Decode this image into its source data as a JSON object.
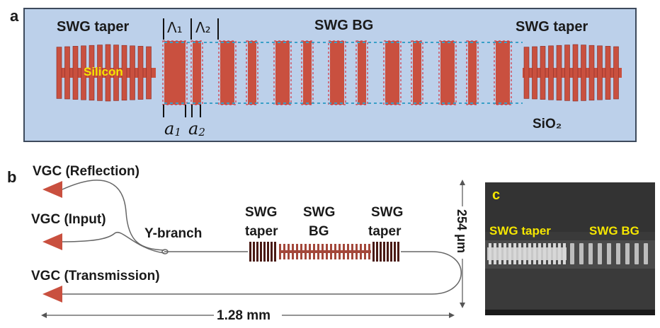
{
  "panel_a": {
    "letter": "a",
    "taper_left_label": "SWG taper",
    "bg_label": "SWG BG",
    "taper_right_label": "SWG taper",
    "silicon_label": "Silicon",
    "sio2_label": "SiO₂",
    "period1_label": "Λ₁",
    "period2_label": "Λ₂",
    "a1_label": "a",
    "a1_sub": "1",
    "a2_label": "a",
    "a2_sub": "2",
    "colors": {
      "background": "#bcd0ea",
      "silicon": "#c9503f",
      "dash_red": "#d8323c",
      "dash_cyan": "#3aa0c8"
    }
  },
  "panel_b": {
    "letter": "b",
    "vgc_reflection": "VGC (Reflection)",
    "vgc_input": "VGC (Input)",
    "vgc_transmission": "VGC (Transmission)",
    "y_branch": "Y-branch",
    "swg_taper_left": [
      "SWG",
      "taper"
    ],
    "swg_bg": [
      "SWG",
      "BG"
    ],
    "swg_taper_right": [
      "SWG",
      "taper"
    ],
    "height_dim": "254 μm",
    "width_dim": "1.28 mm",
    "colors": {
      "coupler": "#c9503f",
      "waveguide": "#666666",
      "device": "#8a2a22"
    }
  },
  "panel_c": {
    "letter": "c",
    "taper_label": "SWG taper",
    "bg_label": "SWG BG",
    "colors": {
      "background": "#3a3a3a",
      "label": "#f5e600"
    }
  }
}
